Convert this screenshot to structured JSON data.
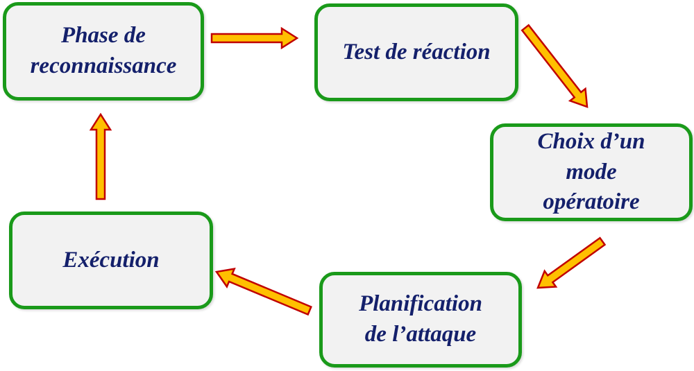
{
  "diagram": {
    "colors": {
      "box_fill": "#f2f2f2",
      "box_border": "#1a9a1a",
      "text": "#14206b",
      "arrow_fill": "#ffc000",
      "arrow_stroke": "#c00000"
    },
    "nodes": [
      {
        "id": "reconnaissance",
        "label": "Phase de\nreconnaissance"
      },
      {
        "id": "test",
        "label": "Test de réaction"
      },
      {
        "id": "choix",
        "label": "Choix d’un\nmode\nopératoire"
      },
      {
        "id": "planification",
        "label": "Planification\nde l’attaque"
      },
      {
        "id": "execution",
        "label": "Exécution"
      }
    ],
    "edges": [
      {
        "from": "reconnaissance",
        "to": "test"
      },
      {
        "from": "test",
        "to": "choix"
      },
      {
        "from": "choix",
        "to": "planification"
      },
      {
        "from": "planification",
        "to": "execution"
      },
      {
        "from": "execution",
        "to": "reconnaissance"
      }
    ]
  }
}
